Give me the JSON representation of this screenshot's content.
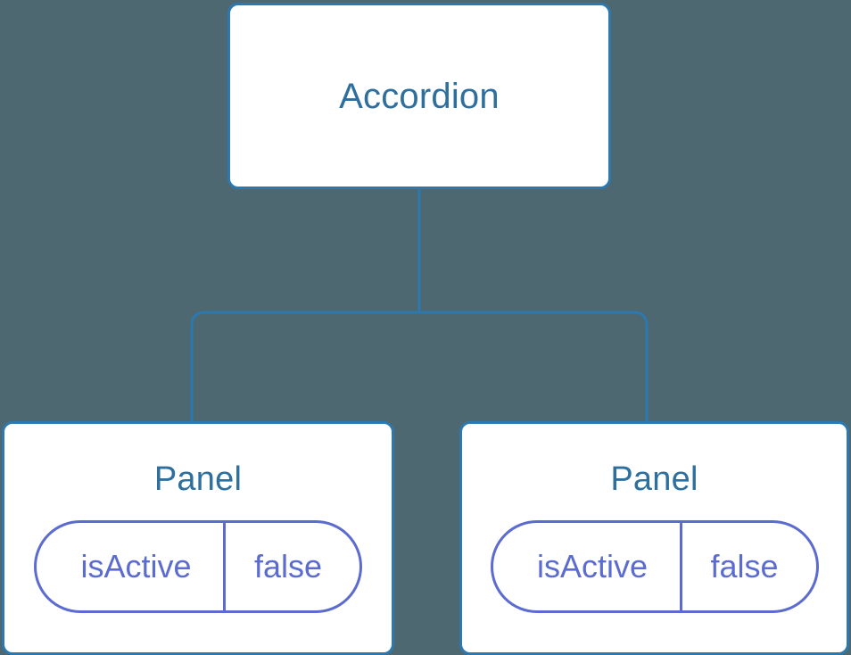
{
  "diagram": {
    "type": "component-tree",
    "background_color": "#4d6870",
    "connector_color": "#2d78ae",
    "node_border_color": "#2d78ae",
    "node_fill_color": "#ffffff",
    "node_title_color": "#2e6f9e",
    "state_accent_color": "#5b6bd0",
    "root": {
      "label": "Accordion"
    },
    "children": [
      {
        "label": "Panel",
        "state": {
          "key": "isActive",
          "value": "false"
        }
      },
      {
        "label": "Panel",
        "state": {
          "key": "isActive",
          "value": "false"
        }
      }
    ]
  }
}
